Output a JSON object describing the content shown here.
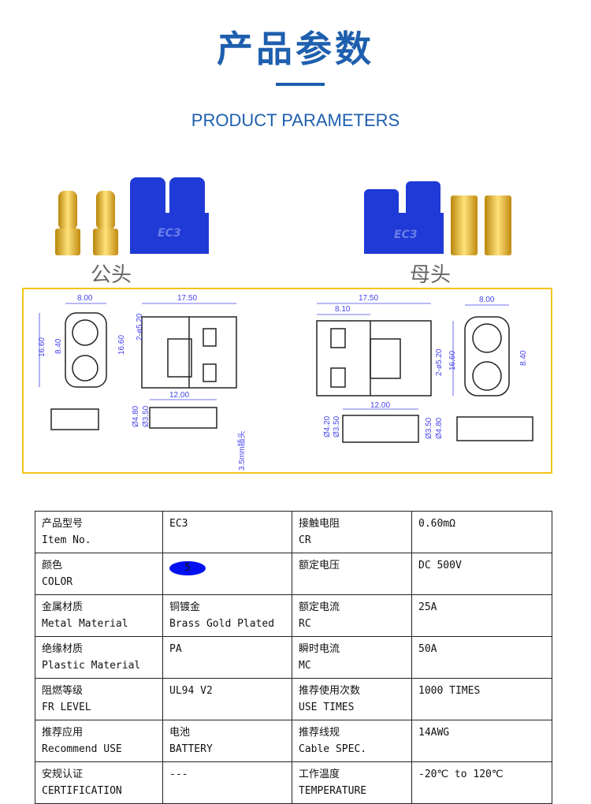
{
  "header": {
    "title": "产品参数",
    "subtitle": "PRODUCT PARAMETERS"
  },
  "products": {
    "male_label": "公头",
    "female_label": "母头",
    "logo": "EC3"
  },
  "diagram": {
    "male": {
      "w": "8.00",
      "len": "17.50",
      "h1": "16.60",
      "h2": "8.40",
      "h3": "16.60",
      "hole": "2-ø5.20",
      "pin_len": "12.00",
      "d1": "Ø4.80",
      "d2": "Ø3.50",
      "note": "3.5mm插头"
    },
    "female": {
      "len": "17.50",
      "part": "8.10",
      "w": "8.00",
      "hole": "2-ø5.20",
      "h": "16.60",
      "h2": "8.40",
      "pin_len": "12.00",
      "d1": "Ø4.20",
      "d2": "Ø3.50",
      "d3": "Ø3.50",
      "d4": "Ø4.80"
    }
  },
  "colors": {
    "accent": "#1e5fae",
    "connector": "#1f3ad6",
    "frame": "#f5c518",
    "swatch": "#0010f0"
  },
  "table": [
    {
      "k1": "产品型号",
      "k1e": "Item No.",
      "v1": "EC3",
      "v1e": "",
      "k2": "接触电阻",
      "k2e": "CR",
      "v2": "0.60mΩ"
    },
    {
      "k1": "颜色",
      "k1e": "COLOR",
      "swatch": "5",
      "k2": "额定电压",
      "k2e": "",
      "v2": "DC 500V"
    },
    {
      "k1": "金属材质",
      "k1e": "Metal Material",
      "v1": "铜镀金",
      "v1e": "Brass Gold Plated",
      "k2": "额定电流",
      "k2e": "RC",
      "v2": "25A"
    },
    {
      "k1": "绝缘材质",
      "k1e": "Plastic Material",
      "v1": "PA",
      "v1e": "",
      "k2": "瞬时电流",
      "k2e": "MC",
      "v2": "50A"
    },
    {
      "k1": "阻燃等级",
      "k1e": "FR LEVEL",
      "v1": "UL94 V2",
      "v1e": "",
      "k2": "推荐使用次数",
      "k2e": "USE TIMES",
      "v2": "1000 TIMES"
    },
    {
      "k1": "推荐应用",
      "k1e": "Recommend USE",
      "v1": "电池",
      "v1e": "BATTERY",
      "k2": "推荐线规",
      "k2e": "Cable SPEC.",
      "v2": "14AWG"
    },
    {
      "k1": "安规认证",
      "k1e": "CERTIFICATION",
      "v1": "  ---",
      "v1e": "",
      "k2": "工作温度",
      "k2e": "TEMPERATURE",
      "v2": " -20℃ to 120℃"
    }
  ]
}
